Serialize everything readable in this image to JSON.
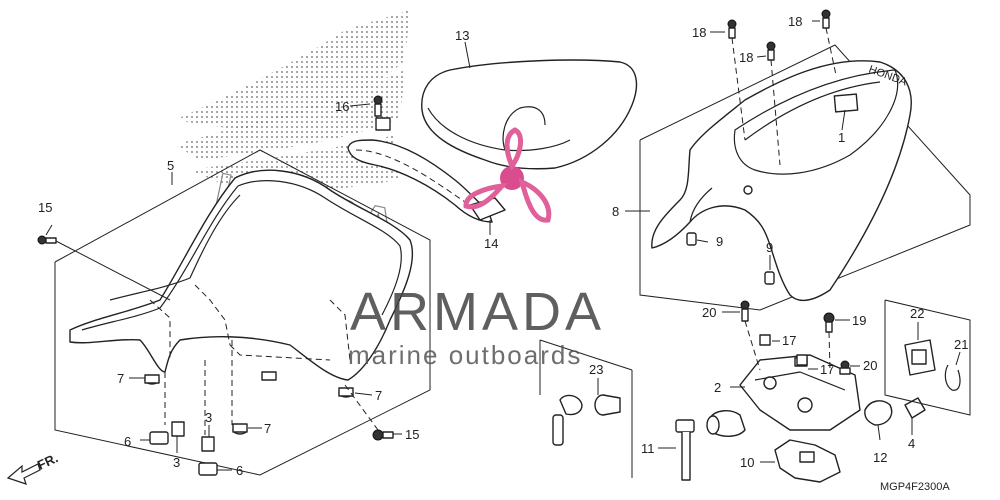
{
  "diagram": {
    "drawing_code": "MGP4F2300A",
    "direction_label": "FR.",
    "brand_stamp": "HONDA",
    "seat_cowl_logo": "HONDA"
  },
  "watermark": {
    "title": "ARMADA",
    "subtitle": "marine outboards"
  },
  "callouts": [
    {
      "id": "c1",
      "num": "1"
    },
    {
      "id": "c2",
      "num": "2"
    },
    {
      "id": "c3a",
      "num": "3"
    },
    {
      "id": "c3b",
      "num": "3"
    },
    {
      "id": "c4",
      "num": "4"
    },
    {
      "id": "c5",
      "num": "5"
    },
    {
      "id": "c6a",
      "num": "6"
    },
    {
      "id": "c6b",
      "num": "6"
    },
    {
      "id": "c7a",
      "num": "7"
    },
    {
      "id": "c7b",
      "num": "7"
    },
    {
      "id": "c7c",
      "num": "7"
    },
    {
      "id": "c8",
      "num": "8"
    },
    {
      "id": "c9a",
      "num": "9"
    },
    {
      "id": "c9b",
      "num": "9"
    },
    {
      "id": "c10",
      "num": "10"
    },
    {
      "id": "c11",
      "num": "11"
    },
    {
      "id": "c12",
      "num": "12"
    },
    {
      "id": "c13",
      "num": "13"
    },
    {
      "id": "c14",
      "num": "14"
    },
    {
      "id": "c15a",
      "num": "15"
    },
    {
      "id": "c15b",
      "num": "15"
    },
    {
      "id": "c16",
      "num": "16"
    },
    {
      "id": "c17a",
      "num": "17"
    },
    {
      "id": "c17b",
      "num": "17"
    },
    {
      "id": "c18a",
      "num": "18"
    },
    {
      "id": "c18b",
      "num": "18"
    },
    {
      "id": "c18c",
      "num": "18"
    },
    {
      "id": "c19",
      "num": "19"
    },
    {
      "id": "c20a",
      "num": "20"
    },
    {
      "id": "c20b",
      "num": "20"
    },
    {
      "id": "c21",
      "num": "21"
    },
    {
      "id": "c22",
      "num": "22"
    },
    {
      "id": "c23",
      "num": "23"
    }
  ]
}
